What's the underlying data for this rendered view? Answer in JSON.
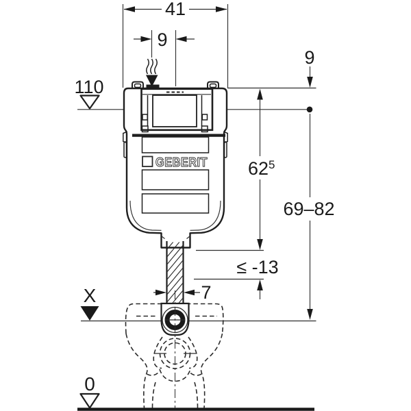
{
  "diagram": {
    "brand_logo": "GEBERIT",
    "labels": {
      "width_top": "41",
      "supply_offset": "9",
      "depth_right": "9",
      "level_110": "110",
      "height_main": "62",
      "height_sup": "5",
      "actuator_range": "69–82",
      "max_cut": "≤ -13",
      "pipe_width": "7",
      "level_x": "X",
      "level_zero": "0"
    }
  }
}
